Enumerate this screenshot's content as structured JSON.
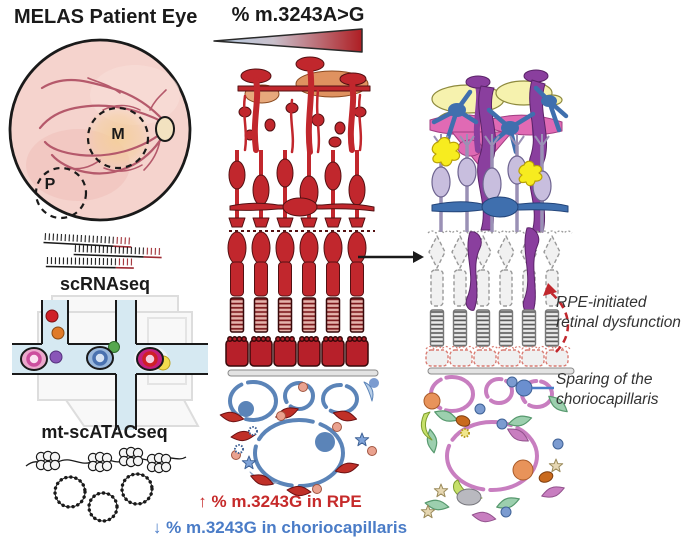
{
  "title": "MELAS Patient Eye",
  "gradient": {
    "label": "% m.3243A>G",
    "low_color": "#b4cce4",
    "high_color": "#ae1e23"
  },
  "eye": {
    "macula": "M",
    "periphery": "P"
  },
  "methods": {
    "scrnaseq": "scRNAseq",
    "atacseq": "mt-scATACseq"
  },
  "findings": {
    "rpe": {
      "text": "↑ % m.3243G in RPE",
      "color": "#c62a2a"
    },
    "choriocapillaris": {
      "text": "↓ % m.3243G in choriocapillaris",
      "color": "#4a7cc7"
    }
  },
  "annotations": {
    "dysfunction": "RPE-initiated\nretinal dysfunction",
    "sparing": "Sparing of the\nchoriocapillaris"
  },
  "colors": {
    "retina_affected": "#c1272d",
    "retina_rpe_block": "#b7202a",
    "choriocapillaris_blue": "#5b84b8",
    "choriocapillaris_pink": "#c87ec0",
    "eye_fundus": "#f5d3cd",
    "vessels": "#b5596b",
    "purple_microglia": "#8a3f9e",
    "lavender_cell": "#c8bede",
    "yellow_cell": "#f6f2ae"
  }
}
